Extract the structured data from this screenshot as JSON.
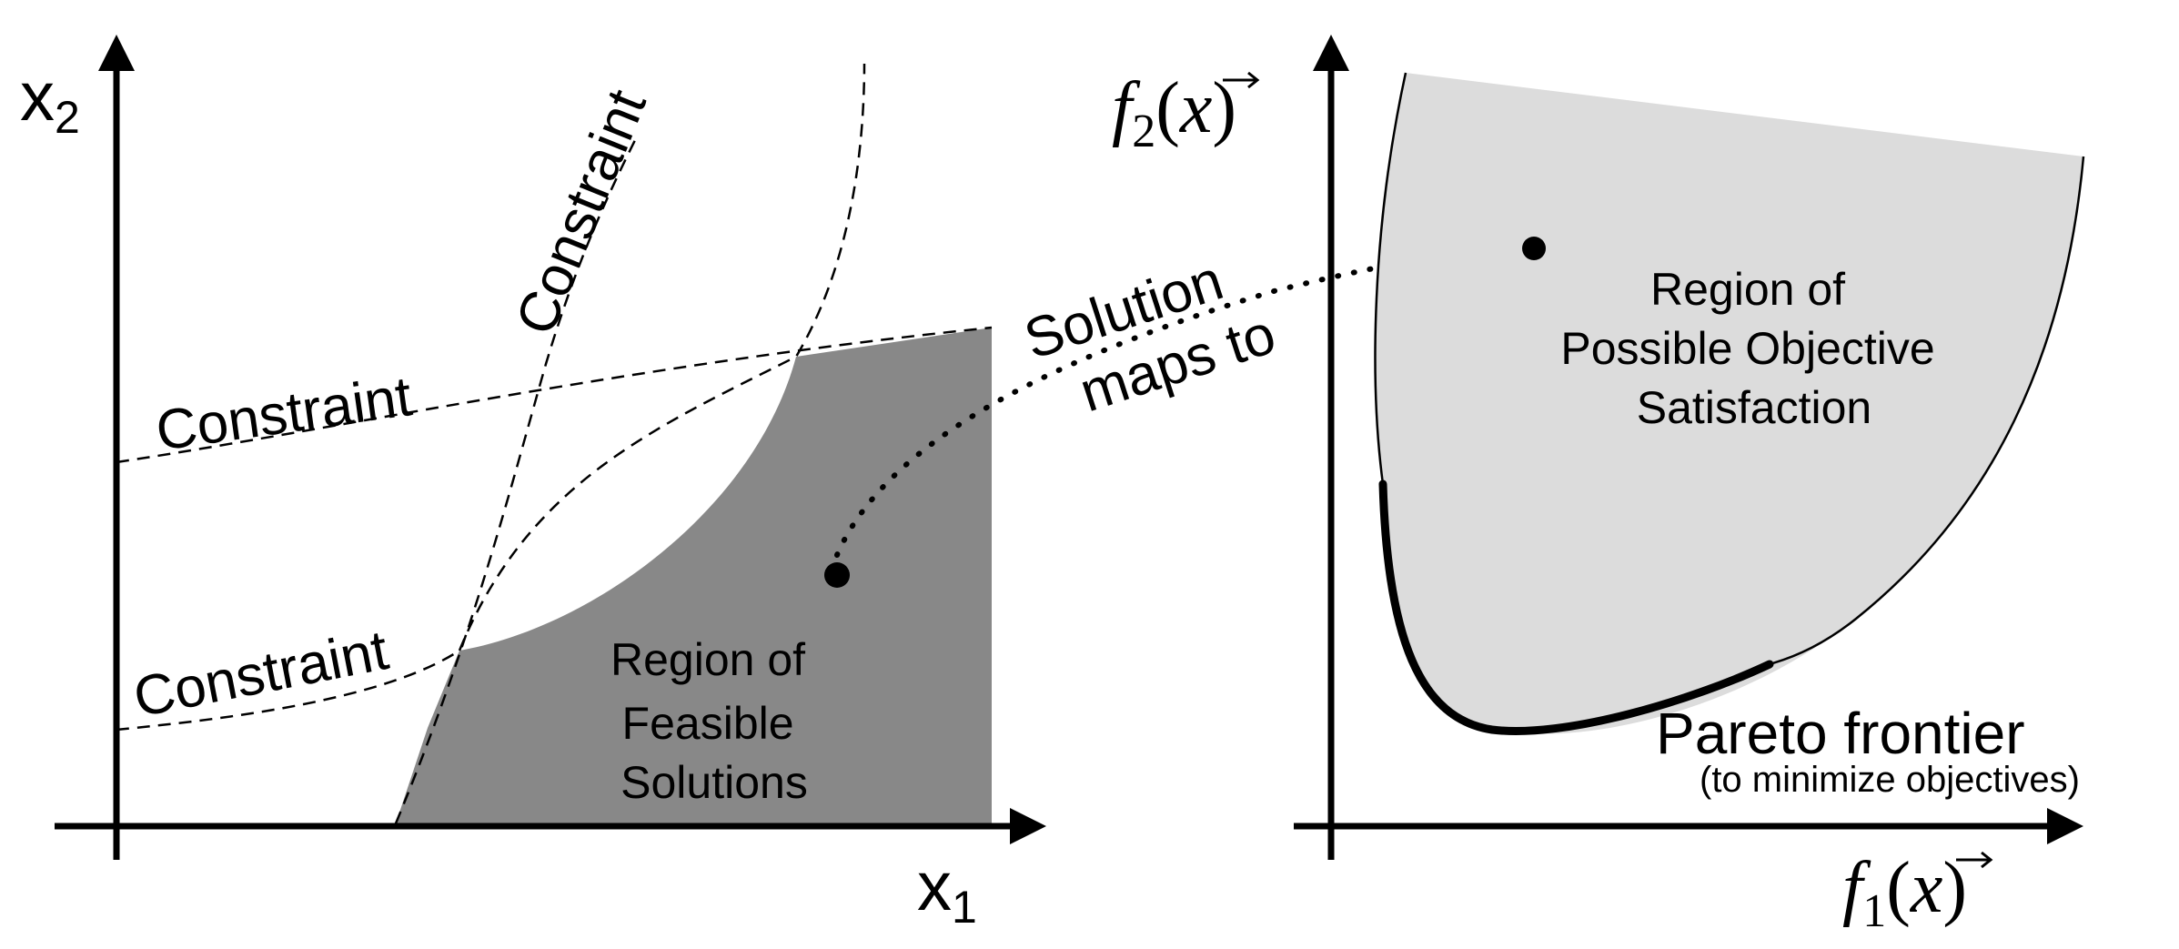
{
  "left_panel": {
    "axis_x": {
      "var": "x",
      "sub": "1"
    },
    "axis_y": {
      "var": "x",
      "sub": "2"
    },
    "constraint_labels": [
      "Constraint",
      "Constraint",
      "Constraint"
    ],
    "region_label": [
      "Region of",
      "Feasible",
      "Solutions"
    ]
  },
  "mapping": {
    "label": [
      "Solution",
      "maps to"
    ]
  },
  "right_panel": {
    "axis_x": {
      "func": "f",
      "sub": "1",
      "arg": "x"
    },
    "axis_y": {
      "func": "f",
      "sub": "2",
      "arg": "x"
    },
    "region_label": [
      "Region of",
      "Possible Objective",
      "Satisfaction"
    ],
    "pareto_title": "Pareto frontier",
    "pareto_note": "(to minimize objectives)"
  },
  "colors": {
    "feasible_region": "#888888",
    "objective_region": "#dcdcdc",
    "ink": "#000000"
  }
}
